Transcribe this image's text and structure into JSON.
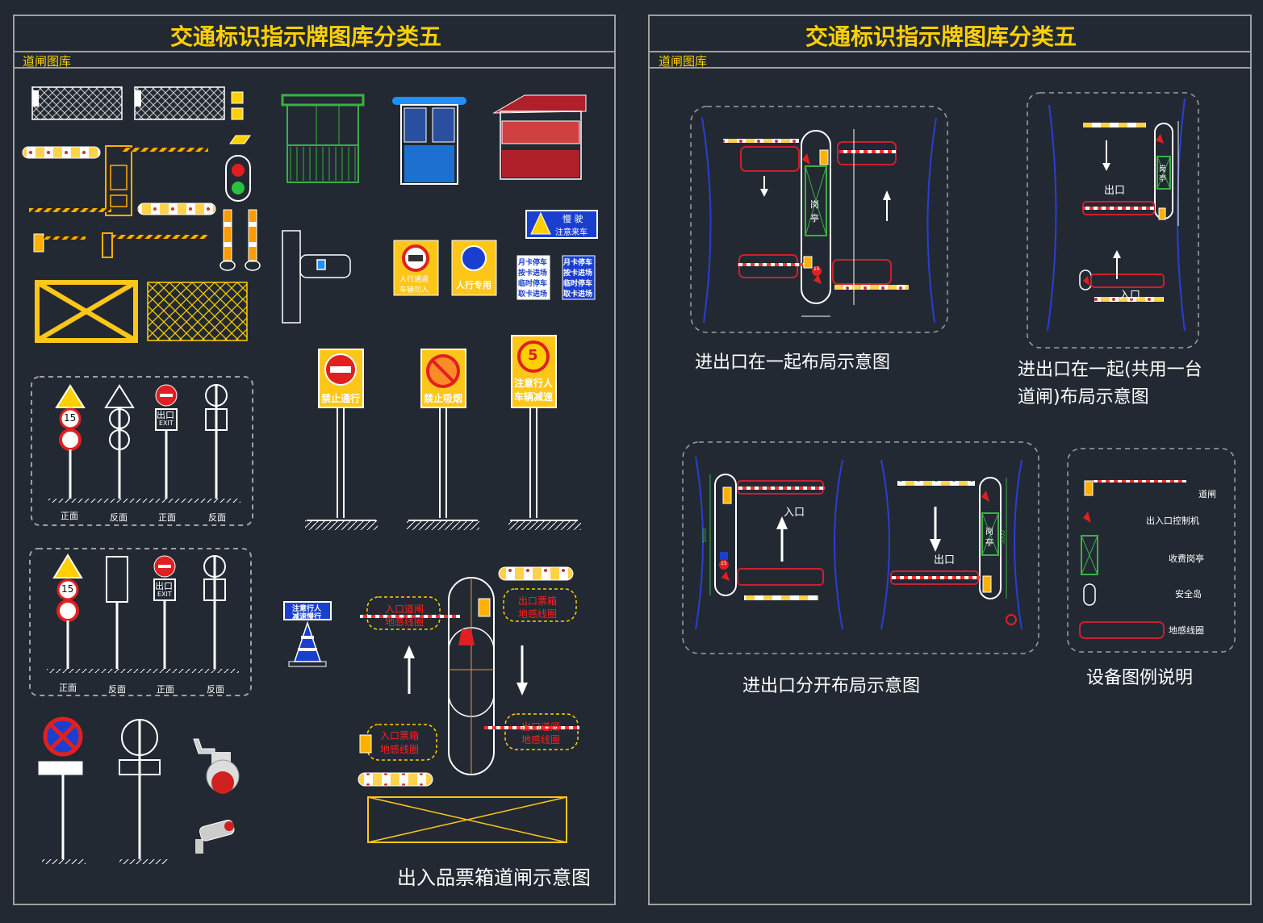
{
  "colors": {
    "background": "#222933",
    "frame": "#a0a0a0",
    "title": "#ffd000",
    "caption": "#ffffff",
    "loop": "#cc1f2f",
    "lane_blue": "#2a3fd0",
    "booth": "#3cb043",
    "sign_yellow": "#ffc61a"
  },
  "left_panel": {
    "title": "交通标识指示牌图库分类五",
    "section": "道闸图库",
    "caption": "出入品票箱道闸示意图",
    "signs": {
      "slow": "慢 驶",
      "watch": "注意来车",
      "pedestrian_no_car": "人行通道",
      "no_car_entry": "车辆勿入",
      "pedestrian_only": "人行专用",
      "monthly_card_1": "月卡停车",
      "monthly_card_2": "按卡进场",
      "temp_card_1": "临时停车",
      "temp_card_2": "取卡进场",
      "no_pass": "禁止通行",
      "no_smoke": "禁止吸烟",
      "speed_5": "5",
      "careful_1": "注意行人",
      "careful_2": "车辆减速",
      "speed_15": "15",
      "exit_cn": "出口",
      "exit_en": "EXIT",
      "front": "正面",
      "back": "反面",
      "cone_1": "注意行人",
      "cone_2": "减速慢行"
    },
    "ticket_diagram": {
      "entry_loop": "入口道闸",
      "entry_loop_2": "地感线圈",
      "exit_box": "出口票箱",
      "exit_box_2": "地感线圈",
      "entry_box": "入口票箱",
      "entry_box_2": "地感线圈",
      "exit_loop": "出口道闸",
      "exit_loop_2": "地感线圈"
    }
  },
  "right_panel": {
    "title": "交通标识指示牌图库分类五",
    "section": "道闸图库",
    "diagrams": {
      "together": "进出口在一起布局示意图",
      "shared_1": "进出口在一起(共用一台",
      "shared_2": "道闸)布局示意图",
      "separate": "进出口分开布局示意图",
      "legend": "设备图例说明"
    },
    "labels": {
      "booth": "岗",
      "booth_2": "亭",
      "exit": "出口",
      "entry": "入口",
      "dim": "5000",
      "speed": "15"
    },
    "legend_items": [
      {
        "label": "道闸"
      },
      {
        "label": "出入口控制机"
      },
      {
        "label": "收费岗亭"
      },
      {
        "label": "安全岛"
      },
      {
        "label": "地感线圈"
      }
    ]
  }
}
